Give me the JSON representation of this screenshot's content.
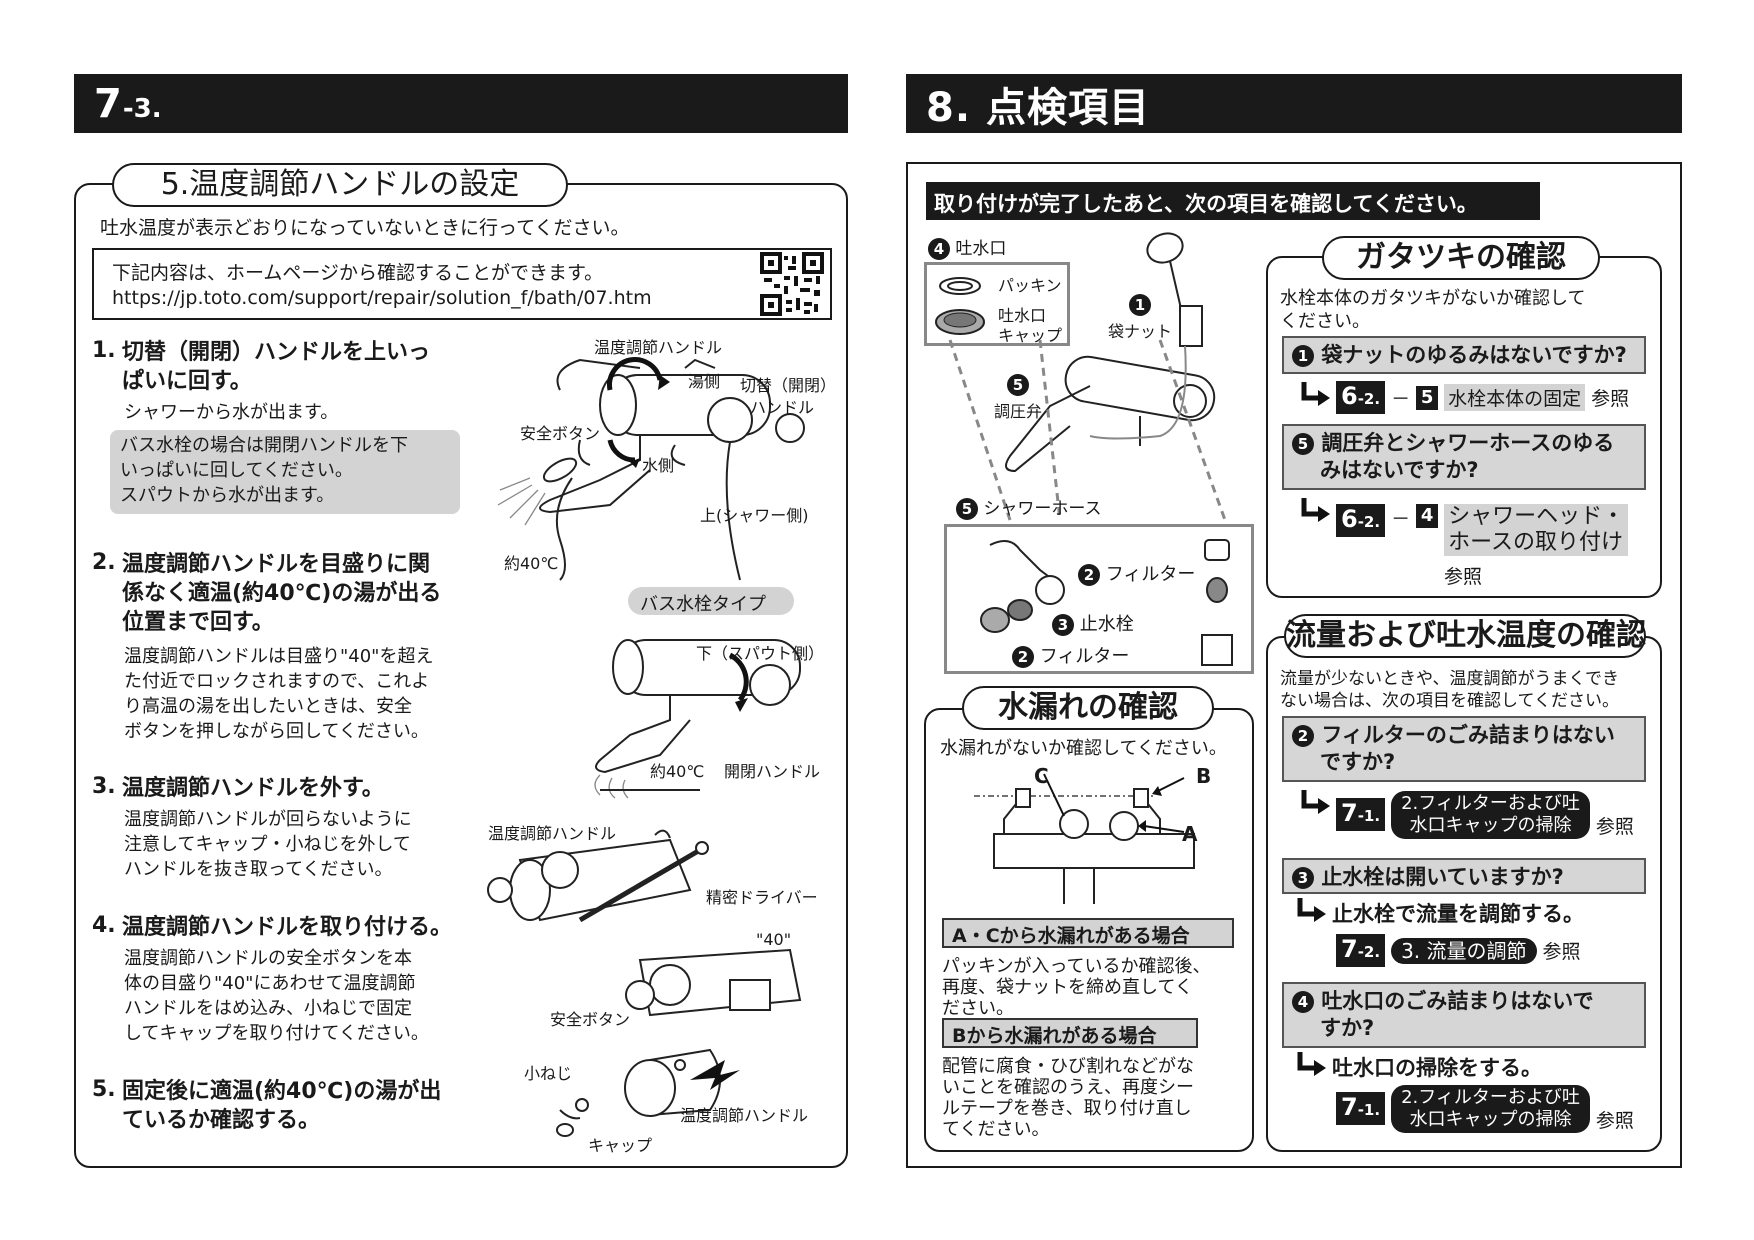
{
  "left_header": {
    "major": "7",
    "minor": "-3."
  },
  "right_header": {
    "title": "8. 点検項目"
  },
  "section5": {
    "title": "5.温度調節ハンドルの設定",
    "intro": "吐水温度が表示どおりになっていないときに行ってください。",
    "web_note": "下記内容は、ホームページから確認することができます。",
    "url": "https://jp.toto.com/support/repair/solution_f/bath/07.htm",
    "steps": [
      {
        "num": "1.",
        "title_l1": "切替（開閉）ハンドルを上いっ",
        "title_l2": "ぱいに回す。",
        "desc": "シャワーから水が出ます。"
      },
      {
        "num": "2.",
        "title_l1": "温度調節ハンドルを目盛りに関",
        "title_l2": "係なく適温(約40℃)の湯が出る",
        "title_l3": "位置まで回す。",
        "desc_l1": "温度調節ハンドルは目盛り\"40\"を超え",
        "desc_l2": "た付近でロックされますので、これよ",
        "desc_l3": "り高温の湯を出したいときは、安全",
        "desc_l4": "ボタンを押しながら回してください。"
      },
      {
        "num": "3.",
        "title_l1": "温度調節ハンドルを外す。",
        "desc_l1": "温度調節ハンドルが回らないように",
        "desc_l2": "注意してキャップ・小ねじを外して",
        "desc_l3": "ハンドルを抜き取ってください。"
      },
      {
        "num": "4.",
        "title_l1": "温度調節ハンドルを取り付ける。",
        "desc_l1": "温度調節ハンドルの安全ボタンを本",
        "desc_l2": "体の目盛り\"40\"にあわせて温度調節",
        "desc_l3": "ハンドルをはめ込み、小ねじで固定",
        "desc_l4": "してキャップを取り付けてください。"
      },
      {
        "num": "5.",
        "title_l1": "固定後に適温(約40℃)の湯が出",
        "title_l2": "ているか確認する。"
      }
    ],
    "bath_note_l1": "バス水栓の場合は開閉ハンドルを下",
    "bath_note_l2": "いっぱいに回してください。",
    "bath_note_l3": "スパウトから水が出ます。",
    "fig_labels": {
      "temp_handle": "温度調節ハンドル",
      "hot_side": "湯側",
      "switch_handle_l1": "切替（開閉）",
      "switch_handle_l2": "ハンドル",
      "safety_button": "安全ボタン",
      "water_side": "水側",
      "up_shower": "上(シャワー側)",
      "approx40": "約40℃",
      "bath_type": "バス水栓タイプ",
      "down_spout": "下（スパウト側）",
      "open_close_handle": "開閉ハンドル",
      "approx40b": "約40℃",
      "temp_handle2": "温度調節ハンドル",
      "precision_driver": "精密ドライバー",
      "mark40": "\"40\"",
      "safety_button2": "安全ボタン",
      "small_screw": "小ねじ",
      "temp_handle3": "温度調節ハンドル",
      "cap": "キャップ"
    }
  },
  "inspection": {
    "banner": "取り付けが完了したあと、次の項目を確認してください。",
    "fig_labels": {
      "outlet": "吐水口",
      "outlet_num": "4",
      "packing": "パッキン",
      "outlet_cap_l1": "吐水口",
      "outlet_cap_l2": "キャップ",
      "nut_num": "1",
      "nut": "袋ナット",
      "valve_num": "5",
      "valve": "調圧弁",
      "hose_num": "5",
      "hose": "シャワーホース",
      "filter_num": "2",
      "filter": "フィルター",
      "stop_num": "3",
      "stop": "止水栓",
      "filter2_num": "2",
      "filter2": "フィルター"
    },
    "wobble": {
      "title": "ガタツキの確認",
      "intro_l1": "水栓本体のガタツキがないか確認して",
      "intro_l2": "ください。",
      "q1_num": "1",
      "q1": "袋ナットのゆるみはないですか?",
      "r1_ref": "6",
      "r1_sub": "-2.",
      "r1_dash": "－",
      "r1_sec": "5",
      "r1_text": "水栓本体の固定",
      "r1_see": "参照",
      "q2_num": "5",
      "q2_l1": "調圧弁とシャワーホースのゆる",
      "q2_l2": "みはないですか?",
      "r2_ref": "6",
      "r2_sub": "-2.",
      "r2_dash": "－",
      "r2_sec": "4",
      "r2_text_l1": "シャワーヘッド・",
      "r2_text_l2": "ホースの取り付け",
      "r2_see": "参照"
    },
    "leak": {
      "title": "水漏れの確認",
      "intro": "水漏れがないか確認してください。",
      "label_a": "A",
      "label_b": "B",
      "label_c": "C",
      "case_ac": "A・Cから水漏れがある場合",
      "case_ac_l1": "パッキンが入っているか確認後、",
      "case_ac_l2": "再度、袋ナットを締め直してく",
      "case_ac_l3": "ださい。",
      "case_b": "Bから水漏れがある場合",
      "case_b_l1": "配管に腐食・ひび割れなどがな",
      "case_b_l2": "いことを確認のうえ、再度シー",
      "case_b_l3": "ルテープを巻き、取り付け直し",
      "case_b_l4": "てください。"
    },
    "flow": {
      "title": "流量および吐水温度の確認",
      "intro_l1": "流量が少ないときや、温度調節がうまくでき",
      "intro_l2": "ない場合は、次の項目を確認してください。",
      "q1_num": "2",
      "q1_l1": "フィルターのごみ詰まりはない",
      "q1_l2": "ですか?",
      "r1_ref": "7",
      "r1_sub": "-1.",
      "r1_text_l1": "2.フィルターおよび吐",
      "r1_text_l2": "水口キャップの掃除",
      "r1_see": "参照",
      "q2_num": "3",
      "q2": "止水栓は開いていますか?",
      "a2": "止水栓で流量を調節する。",
      "r2_ref": "7",
      "r2_sub": "-2.",
      "r2_text": "3. 流量の調節",
      "r2_see": "参照",
      "q3_num": "4",
      "q3_l1": "吐水口のごみ詰まりはないで",
      "q3_l2": "すか?",
      "a3": "吐水口の掃除をする。",
      "r3_ref": "7",
      "r3_sub": "-1.",
      "r3_text_l1": "2.フィルターおよび吐",
      "r3_text_l2": "水口キャップの掃除",
      "r3_see": "参照"
    }
  }
}
